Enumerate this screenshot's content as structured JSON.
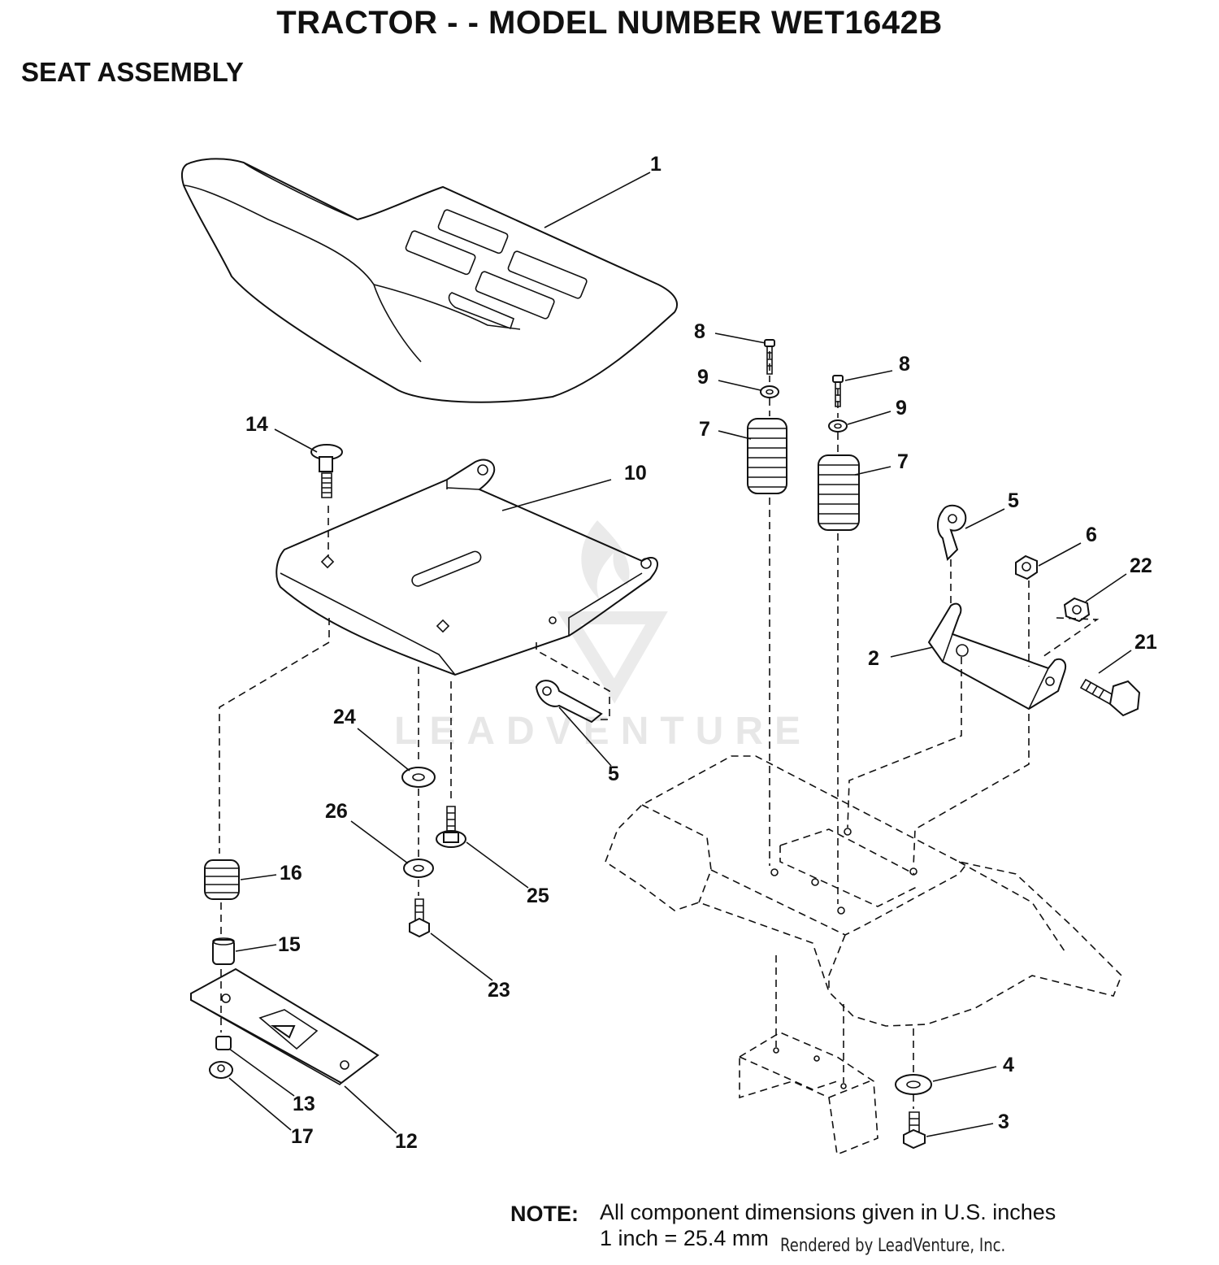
{
  "title": "TRACTOR - - MODEL NUMBER WET1642B",
  "subtitle": "SEAT ASSEMBLY",
  "callouts": [
    {
      "id": "c1",
      "label": "1"
    },
    {
      "id": "c2",
      "label": "2"
    },
    {
      "id": "c3",
      "label": "3"
    },
    {
      "id": "c4",
      "label": "4"
    },
    {
      "id": "c5a",
      "label": "5"
    },
    {
      "id": "c5b",
      "label": "5"
    },
    {
      "id": "c6",
      "label": "6"
    },
    {
      "id": "c7a",
      "label": "7"
    },
    {
      "id": "c7b",
      "label": "7"
    },
    {
      "id": "c8a",
      "label": "8"
    },
    {
      "id": "c8b",
      "label": "8"
    },
    {
      "id": "c9a",
      "label": "9"
    },
    {
      "id": "c9b",
      "label": "9"
    },
    {
      "id": "c10",
      "label": "10"
    },
    {
      "id": "c12",
      "label": "12"
    },
    {
      "id": "c13",
      "label": "13"
    },
    {
      "id": "c14",
      "label": "14"
    },
    {
      "id": "c15",
      "label": "15"
    },
    {
      "id": "c16",
      "label": "16"
    },
    {
      "id": "c17",
      "label": "17"
    },
    {
      "id": "c21",
      "label": "21"
    },
    {
      "id": "c22",
      "label": "22"
    },
    {
      "id": "c23",
      "label": "23"
    },
    {
      "id": "c24",
      "label": "24"
    },
    {
      "id": "c25",
      "label": "25"
    },
    {
      "id": "c26",
      "label": "26"
    }
  ],
  "note": {
    "label": "NOTE:",
    "line1": "All component dimensions given in U.S. inches",
    "line2": "1 inch = 25.4 mm"
  },
  "rendered_by": "Rendered by LeadVenture, Inc.",
  "watermark": "LEADVENTURE"
}
